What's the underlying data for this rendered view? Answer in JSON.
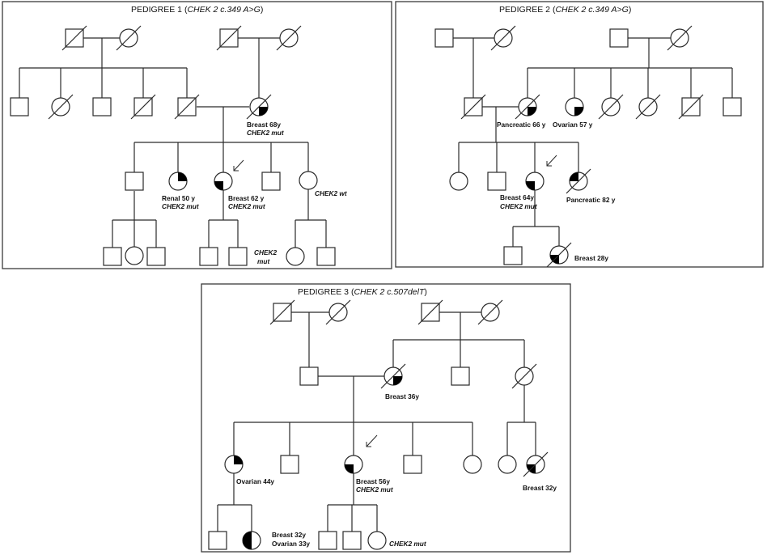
{
  "pedigree1": {
    "title": "PEDIGREE 1 (",
    "title_gene": "CHEK 2 c.349 A>G",
    "title_close": ")",
    "labels": {
      "p1_mother_phenotype": "Breast  68y",
      "p1_mother_status": "CHEK2 mut",
      "p1_sister_phenotype": "Renal 50 y",
      "p1_sister_status": "CHEK2 mut",
      "p1_proband_phenotype": "Breast  62 y",
      "p1_proband_status": "CHEK2 mut",
      "p1_youngest_status": "CHEK2 wt",
      "p1_child_status_line1": "CHEK2",
      "p1_child_status_line2": "mut"
    }
  },
  "pedigree2": {
    "title": "PEDIGREE 2 (",
    "title_gene": "CHEK 2 c.349 A>G",
    "title_close": ")",
    "labels": {
      "p2_mother_phenotype": "Pancreatic 66 y",
      "p2_aunt_phenotype": "Ovarian 57 y",
      "p2_proband_phenotype": "Breast 64y",
      "p2_proband_status": "CHEK2 mut",
      "p2_sister_phenotype": "Pancreatic  82 y",
      "p2_daughter_phenotype": "Breast 28y"
    }
  },
  "pedigree3": {
    "title": "PEDIGREE 3 (",
    "title_gene": "CHEK 2 c.507delT",
    "title_close": ")",
    "labels": {
      "p3_mother_phenotype": "Breast 36y",
      "p3_sister_phenotype": "Ovarian  44y",
      "p3_proband_phenotype": "Breast  56y",
      "p3_proband_status": "CHEK2 mut",
      "p3_cousin_phenotype": "Breast  32y",
      "p3_niece_phenotype_line1": "Breast  32y",
      "p3_niece_phenotype_line2": "Ovarian 33y",
      "p3_grandchild_status": "CHEK2 mut"
    }
  },
  "legend": {
    "affected_fill": "#000000",
    "unaffected_fill": "#ffffff",
    "line_color": "#2a2a2a"
  }
}
